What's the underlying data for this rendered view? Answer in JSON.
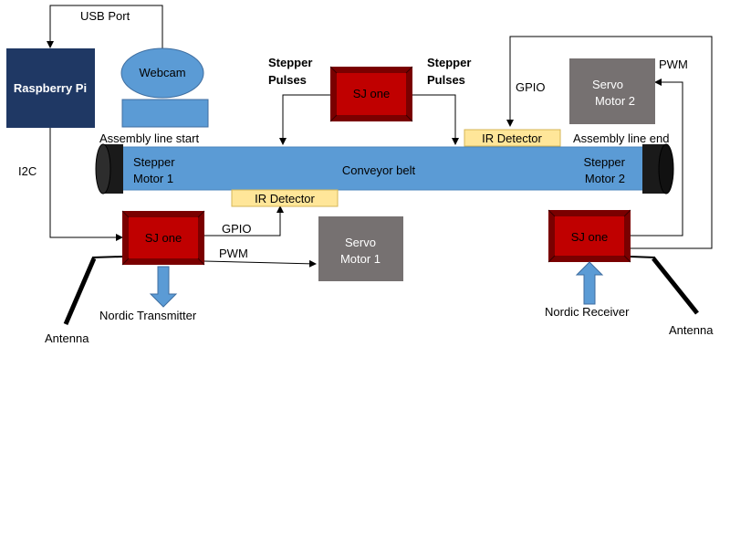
{
  "labels": {
    "usb_port": "USB Port",
    "webcam": "Webcam",
    "raspberry_pi": "Raspberry Pi",
    "i2c": "I2C",
    "assembly_line_start": "Assembly line start",
    "assembly_line_end": "Assembly line end",
    "stepper_pulses_left_1": "Stepper",
    "stepper_pulses_left_2": "Pulses",
    "stepper_pulses_right_1": "Stepper",
    "stepper_pulses_right_2": "Pulses",
    "sj_one_top": "SJ one",
    "sj_one_left": "SJ one",
    "sj_one_right": "SJ one",
    "gpio_top": "GPIO",
    "gpio_left": "GPIO",
    "pwm_left": "PWM",
    "pwm_right": "PWM",
    "servo_motor_1_line1": "Servo",
    "servo_motor_1_line2": "Motor 1",
    "servo_motor_2_line1": "Servo",
    "servo_motor_2_line2": "Motor 2",
    "ir_detector_top": "IR Detector",
    "ir_detector_bottom": "IR Detector",
    "stepper_motor_1_line1": "Stepper",
    "stepper_motor_1_line2": "Motor 1",
    "stepper_motor_2_line1": "Stepper",
    "stepper_motor_2_line2": "Motor 2",
    "conveyor_belt": "Conveyor belt",
    "nordic_transmitter": "Nordic Transmitter",
    "nordic_receiver": "Nordic Receiver",
    "antenna_left": "Antenna",
    "antenna_right": "Antenna"
  },
  "colors": {
    "belt": "#5b9bd5",
    "belt_stroke": "#4a86bd",
    "pi": "#1f3864",
    "webcam": "#5b9bd5",
    "sj_red": "#c00000",
    "sj_dark": "#7a0000",
    "servo": "#767171",
    "ir": "#ffe699",
    "ir_stroke": "#d6b656",
    "arrow_blue": "#5b9bd5",
    "line": "#000000"
  }
}
